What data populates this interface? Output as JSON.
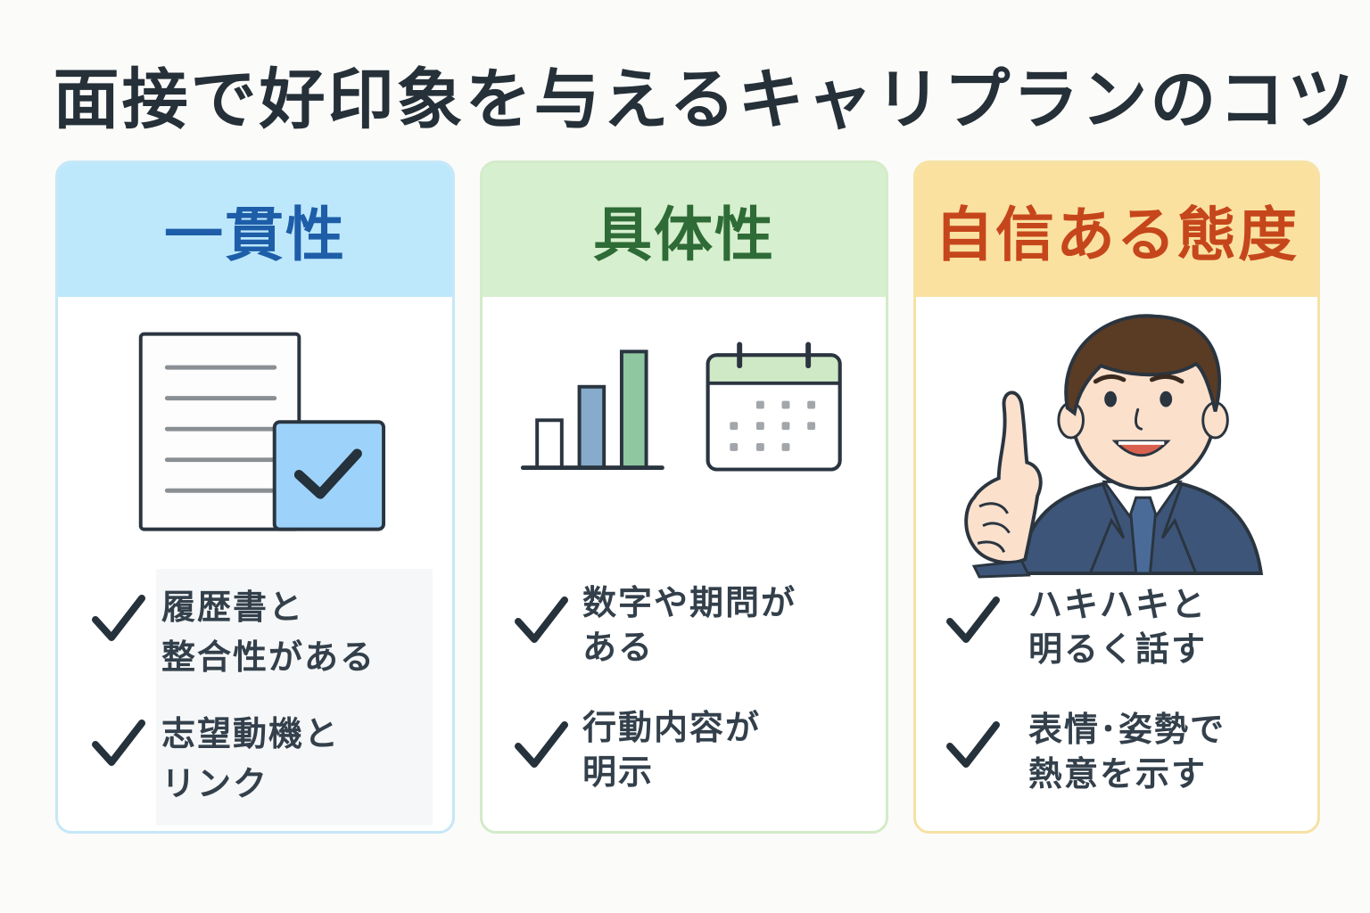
{
  "title": "面接で好印象を与えるキャリプランのコツ",
  "colors": {
    "background": "#fbfbf9",
    "title": "#253038",
    "card1_accent": "#1e5ea8",
    "card2_accent": "#2e6b36",
    "card3_accent": "#c6461c"
  },
  "cards": [
    {
      "heading": "一貫性",
      "illustration": "document-check-icon",
      "bullets": [
        {
          "line1": "履歴書と",
          "line2": "整合性がある"
        },
        {
          "line1": "志望動機と",
          "line2": "リンク"
        }
      ]
    },
    {
      "heading": "具体性",
      "illustration": "bar-chart-and-calendar-icon",
      "bullets": [
        {
          "line1": "数字や期問が",
          "line2": "ある"
        },
        {
          "line1": "行動内容が",
          "line2": "明示"
        }
      ]
    },
    {
      "heading": "自信ある態度",
      "illustration": "businessman-pointing-illustration",
      "bullets": [
        {
          "line1": "ハキハキと",
          "line2": "明るく話す"
        },
        {
          "line1": "表情･姿勢で",
          "line2": "熱意を示す"
        }
      ]
    }
  ]
}
